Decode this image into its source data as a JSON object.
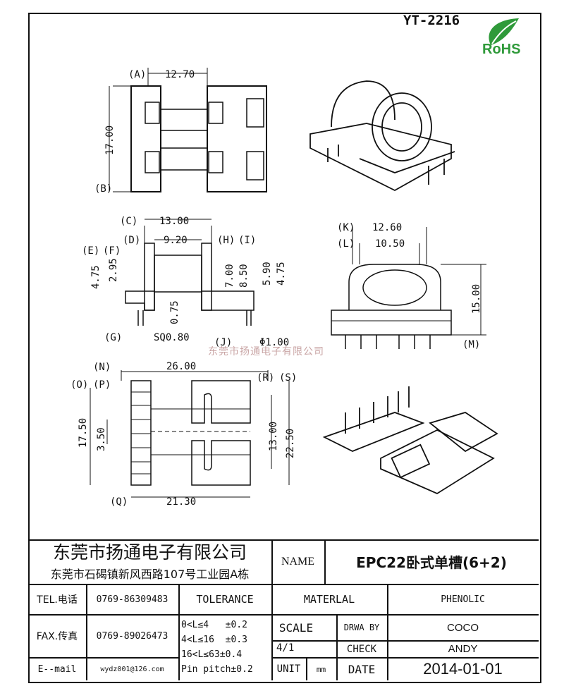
{
  "part_number": "YT-2216",
  "logo_text": "RoHS",
  "watermark": "东莞市扬通电子有限公司",
  "dimensions": {
    "A": "(A)",
    "A_val": "12.70",
    "B": "(B)",
    "B_val": "17.00",
    "C": "(C)",
    "C_val": "13.00",
    "D": "(D)",
    "D_val": "9.20",
    "E": "(E)",
    "E_val": "4.75",
    "F": "(F)",
    "F_val": "2.95",
    "G": "(G)",
    "G_val": "SQ0.80",
    "H": "(H)",
    "H_val": "7.00",
    "I": "(I)",
    "I_val": "8.50",
    "center_val": "0.75",
    "right_val1": "5.90",
    "right_val2": "4.75",
    "J": "(J)",
    "J_val": "Φ1.00",
    "K": "(K)",
    "K_val": "12.60",
    "L": "(L)",
    "L_val": "10.50",
    "M": "(M)",
    "M_val": "15.00",
    "N": "(N)",
    "N_val": "26.00",
    "O": "(O)",
    "O_val": "17.50",
    "P": "(P)",
    "P_val": "3.50",
    "Q": "(Q)",
    "Q_val": "21.30",
    "R": "(R)",
    "R_val": "13.00",
    "S": "(S)",
    "S_val": "22.50"
  },
  "title_block": {
    "company": "东莞市扬通电子有限公司",
    "address": "东莞市石碣镇新风西路107号工业园A栋",
    "name_label": "NAME",
    "name_value": "EPC22卧式单槽(6+2)",
    "tel_label": "TEL.电话",
    "tel_value": "0769-86309483",
    "fax_label": "FAX.传真",
    "fax_value": "0769-89026473",
    "email_label": "E--mail",
    "email_value": "wydz001@126.com",
    "tolerance_label": "TOLERANCE",
    "tolerances": [
      "0<L≤4   ±0.2",
      "4<L≤16  ±0.3",
      "16<L≤63±0.4",
      "Pin pitch±0.2"
    ],
    "material_label": "MATERLAL",
    "material_value": "PHENOLIC",
    "scale_label": "SCALE",
    "scale_value": "4/1",
    "drawn_label": "DRWA BY",
    "drawn_value": "COCO",
    "check_label": "CHECK",
    "check_value": "ANDY",
    "unit_label": "UNIT",
    "unit_value": "mm",
    "date_label": "DATE",
    "date_value": "2014-01-01"
  }
}
